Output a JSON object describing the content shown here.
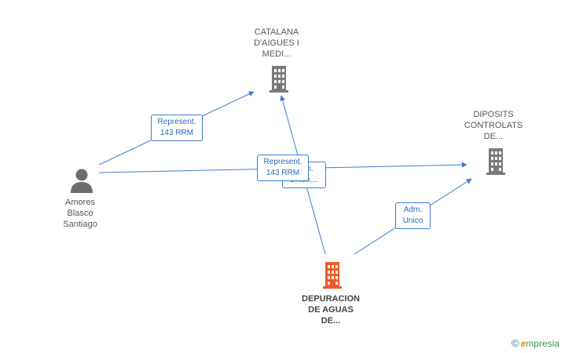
{
  "colors": {
    "edge": "#3a7dd4",
    "company_icon": "#7a7a7a",
    "main_company_icon": "#f05a28",
    "person_icon": "#6e6e6e"
  },
  "nodes": {
    "catalana": {
      "lines": [
        "CATALANA",
        "D'AIGUES I",
        "MEDI..."
      ],
      "icon": "building-icon"
    },
    "diposits": {
      "lines": [
        "DIPOSITS",
        "CONTROLATS",
        "DE..."
      ],
      "icon": "building-icon"
    },
    "depuracion": {
      "lines": [
        "DEPURACION",
        "DE AGUAS",
        "DE..."
      ],
      "icon": "building-icon"
    },
    "person": {
      "lines": [
        "Amores",
        "Blasco",
        "Santiago"
      ],
      "icon": "person-icon"
    }
  },
  "edge_labels": {
    "person_catalana": [
      "Represent.",
      "143 RRM"
    ],
    "person_diposits": [
      "Represent.",
      "143 RRM"
    ],
    "depuracion_catalana_hidden": [
      "Adm.",
      "Unico,..."
    ],
    "depuracion_diposits": [
      "Adm.",
      "Unico"
    ]
  },
  "brand": {
    "copyright": "©",
    "initial": "e",
    "rest": "mpresia"
  }
}
